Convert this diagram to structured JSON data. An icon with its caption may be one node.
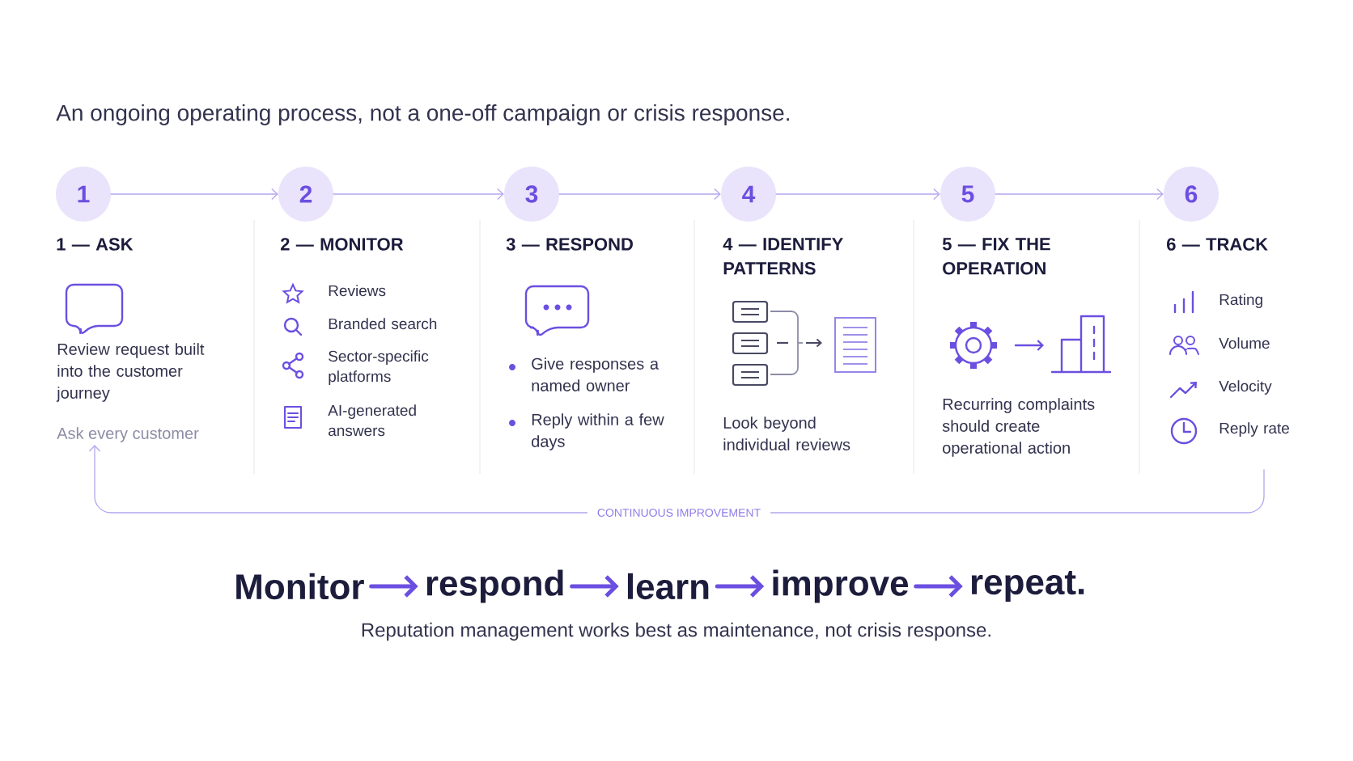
{
  "diagram": {
    "title": "An ongoing operating process, not a one-off campaign or crisis response.",
    "caption": "Reputation management works best as maintenance, not crisis response.",
    "nodes": [
      {
        "text": [
          "1"
        ]
      },
      {
        "text": [
          "2"
        ]
      },
      {
        "text": [
          "3"
        ]
      },
      {
        "text": [
          "4"
        ]
      },
      {
        "text": [
          "5"
        ]
      },
      {
        "text": [
          "6"
        ]
      },
      {
        "text": [
          "Ask every customer"
        ]
      },
      {
        "text": [
          "Monitor"
        ]
      },
      {
        "text": [
          "respond"
        ]
      },
      {
        "text": [
          "learn"
        ]
      },
      {
        "text": [
          "improve"
        ]
      },
      {
        "text": [
          "repeat."
        ]
      }
    ],
    "edges": [
      {
        "from": 0,
        "to": 1,
        "arrow": "to"
      },
      {
        "from": 1,
        "to": 2,
        "arrow": "to"
      },
      {
        "from": 2,
        "to": 3,
        "arrow": "to"
      },
      {
        "from": 3,
        "to": 4,
        "arrow": "to"
      },
      {
        "from": 4,
        "to": 5,
        "arrow": "to"
      },
      {
        "from": null,
        "to": 6,
        "arrow": "to",
        "label": "CONTINUOUS IMPROVEMENT"
      },
      {
        "from": 7,
        "to": 8,
        "arrow": "to",
        "style": "thick",
        "color": "#6b4fe0"
      },
      {
        "from": 8,
        "to": 9,
        "arrow": "to",
        "style": "thick",
        "color": "#6b4fe0"
      },
      {
        "from": 9,
        "to": 10,
        "arrow": "to",
        "style": "thick",
        "color": "#6b4fe0"
      },
      {
        "from": 10,
        "to": 11,
        "arrow": "to",
        "style": "thick",
        "color": "#6b4fe0"
      }
    ],
    "labels": [
      "1 — ASK",
      "2 — MONITOR",
      "3 — RESPOND",
      "4 — IDENTIFY PATTERNS",
      "5 — FIX THE OPERATION",
      "6 — TRACK",
      "Review request built into the customer journey",
      "Reviews",
      "Branded search",
      "Sector-specific platforms",
      "AI-generated answers",
      "Give responses a named owner",
      "Reply within a few days",
      "Look beyond individual reviews",
      "Recurring complaints should create operational action",
      "Rating",
      "Volume",
      "Velocity",
      "Reply rate"
    ]
  }
}
